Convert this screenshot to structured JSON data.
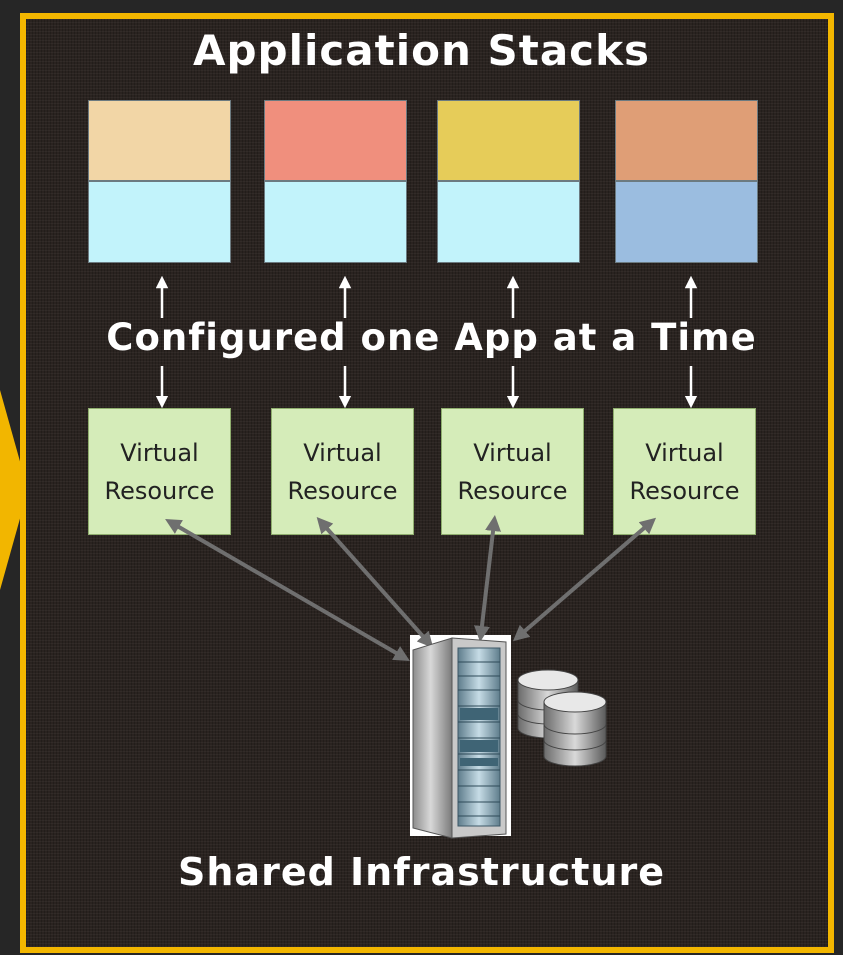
{
  "title_top": "Application Stacks",
  "title_mid": "Configured one App at a Time",
  "title_bottom": "Shared Infrastructure",
  "stacks": [
    {
      "upper_color": "#f2d6a6",
      "lower_color": "#c2f3fb"
    },
    {
      "upper_color": "#f08f7d",
      "lower_color": "#c2f3fb"
    },
    {
      "upper_color": "#e6cc59",
      "lower_color": "#c2f3fb"
    },
    {
      "upper_color": "#df9e76",
      "lower_color": "#9bbde0"
    }
  ],
  "virtual_resources": [
    {
      "line1": "Virtual",
      "line2": "Resource"
    },
    {
      "line1": "Virtual",
      "line2": "Resource"
    },
    {
      "line1": "Virtual",
      "line2": "Resource"
    },
    {
      "line1": "Virtual",
      "line2": "Resource"
    }
  ],
  "colors": {
    "frame_border": "#f2b600",
    "arrow_gray": "#6f6f6f",
    "arrow_white": "#ffffff",
    "resource_fill": "#d5ecb9"
  },
  "icons": {
    "server": "server-rack-icon",
    "database": "database-cylinders-icon"
  }
}
